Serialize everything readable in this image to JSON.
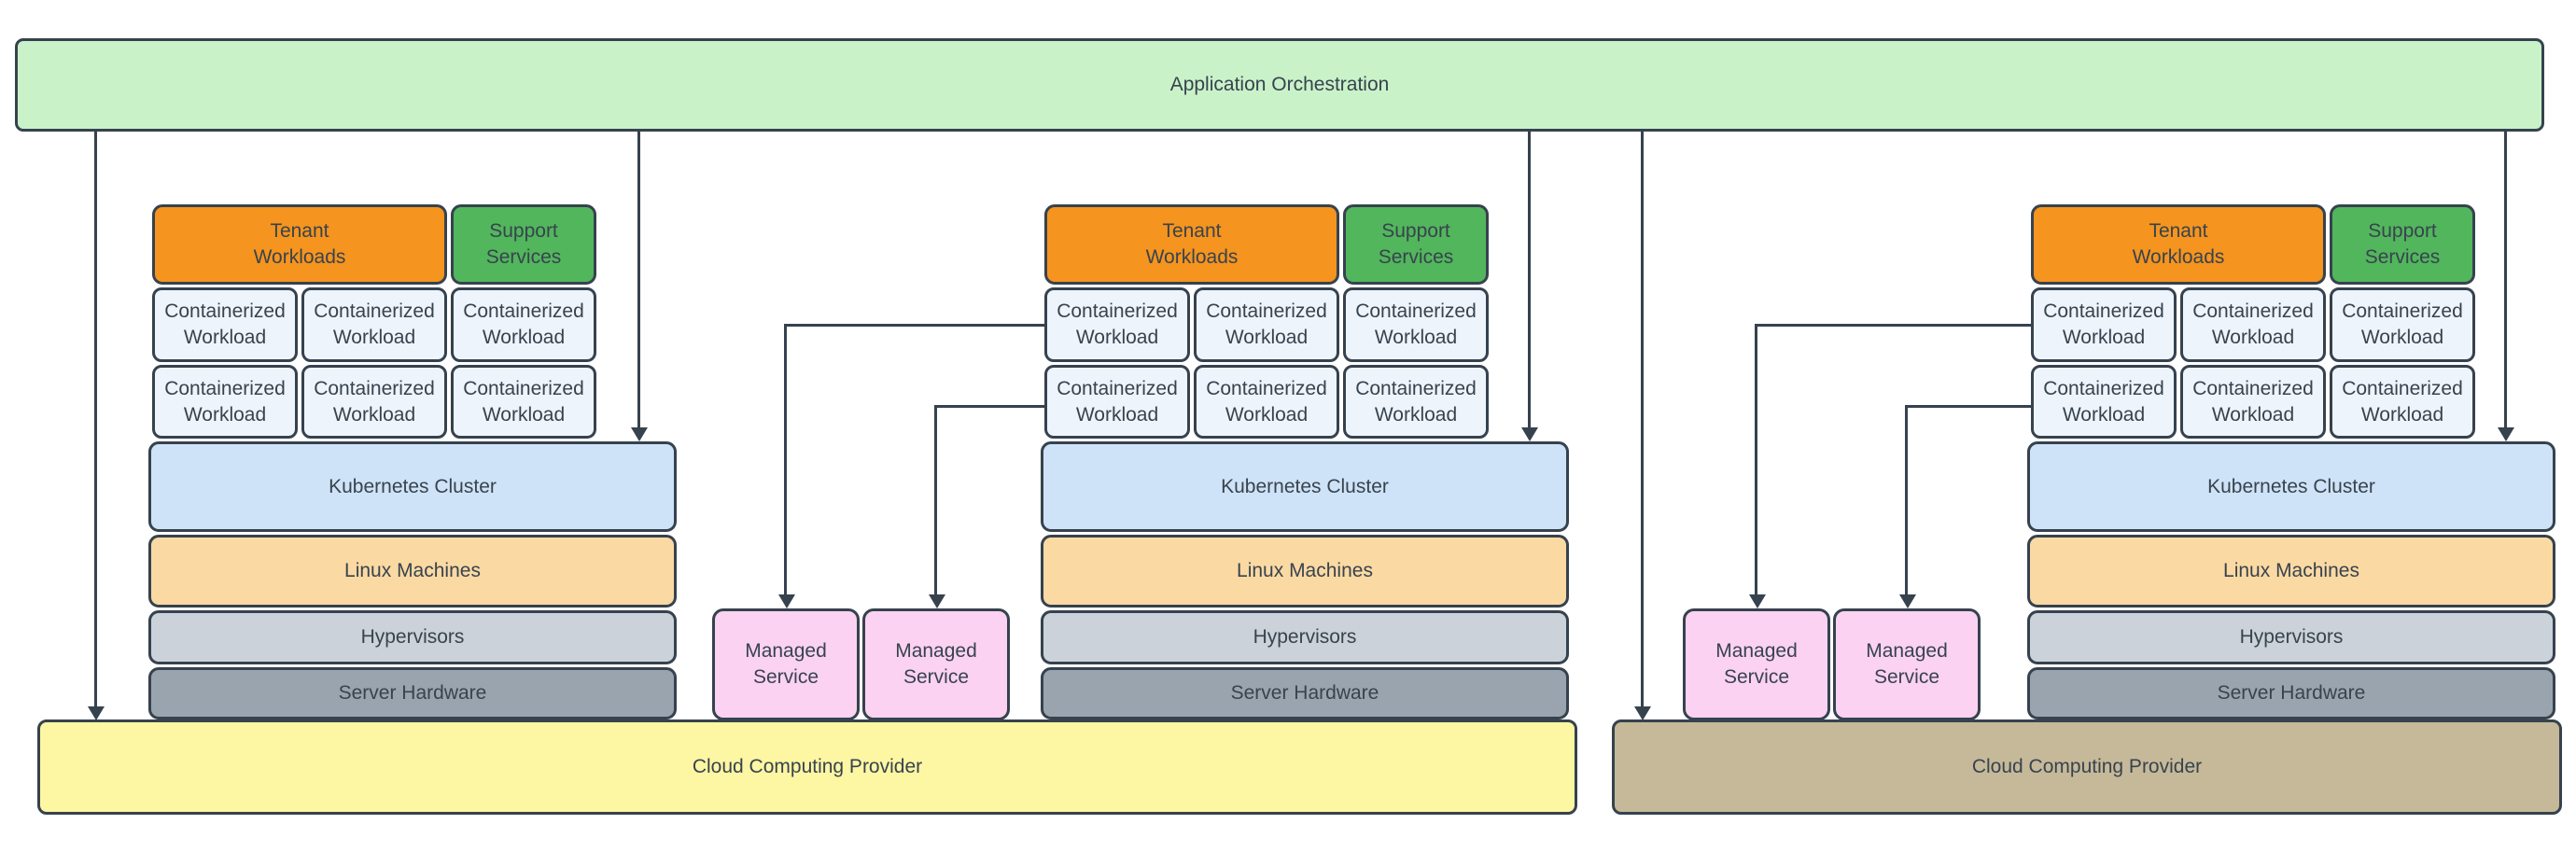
{
  "banner": {
    "label": "Application Orchestration"
  },
  "clusters": [
    {
      "tenant_label": "Tenant\nWorkloads",
      "support_label": "Support\nServices",
      "workloads": [
        "Containerized\nWorkload",
        "Containerized\nWorkload",
        "Containerized\nWorkload",
        "Containerized\nWorkload",
        "Containerized\nWorkload",
        "Containerized\nWorkload"
      ],
      "layers": {
        "kubernetes": "Kubernetes Cluster",
        "linux": "Linux Machines",
        "hypervisors": "Hypervisors",
        "server": "Server Hardware"
      }
    },
    {
      "tenant_label": "Tenant\nWorkloads",
      "support_label": "Support\nServices",
      "workloads": [
        "Containerized\nWorkload",
        "Containerized\nWorkload",
        "Containerized\nWorkload",
        "Containerized\nWorkload",
        "Containerized\nWorkload",
        "Containerized\nWorkload"
      ],
      "layers": {
        "kubernetes": "Kubernetes Cluster",
        "linux": "Linux Machines",
        "hypervisors": "Hypervisors",
        "server": "Server Hardware"
      }
    },
    {
      "tenant_label": "Tenant\nWorkloads",
      "support_label": "Support\nServices",
      "workloads": [
        "Containerized\nWorkload",
        "Containerized\nWorkload",
        "Containerized\nWorkload",
        "Containerized\nWorkload",
        "Containerized\nWorkload",
        "Containerized\nWorkload"
      ],
      "layers": {
        "kubernetes": "Kubernetes Cluster",
        "linux": "Linux Machines",
        "hypervisors": "Hypervisors",
        "server": "Server Hardware"
      }
    }
  ],
  "managed_groups": [
    {
      "services": [
        "Managed\nService",
        "Managed\nService"
      ]
    },
    {
      "services": [
        "Managed\nService",
        "Managed\nService"
      ]
    }
  ],
  "providers": [
    {
      "label": "Cloud Computing Provider",
      "fill": "#fdf6a3"
    },
    {
      "label": "Cloud Computing Provider",
      "fill": "#c5b999"
    }
  ],
  "colors": {
    "banner_fill": "#c9f2c9",
    "tenant_fill": "#f5941e",
    "support_fill": "#52b65c",
    "workload_fill": "#eef4fc",
    "kubernetes_fill": "#cfe3f8",
    "linux_fill": "#fbd9a3",
    "hypervisors_fill": "#cbd2d9",
    "server_fill": "#9aa4af",
    "managed_fill": "#fbd2f2",
    "stroke": "#36424e",
    "text": "#38434e"
  }
}
